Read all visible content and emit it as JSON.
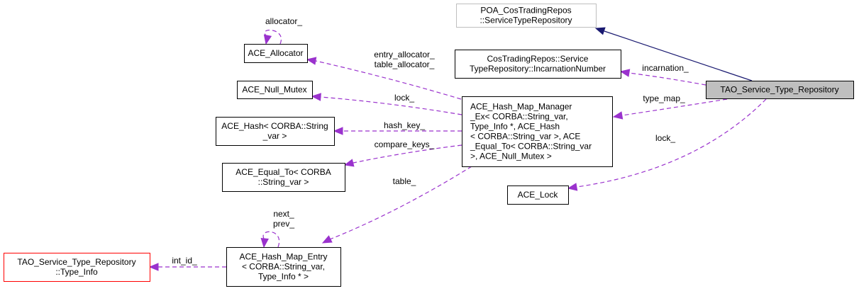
{
  "colors": {
    "relation_edge": "#9a32cd",
    "inheritance_edge": "#191970",
    "focus_fill": "#bfbfbf",
    "box_border": "#000000",
    "external_border": "#bfbfbf",
    "incomplete_border": "#ff0000"
  },
  "nodes": [
    {
      "id": "main",
      "lines": [
        "TAO_Service_Type_Repository"
      ],
      "style": "focus"
    },
    {
      "id": "poa",
      "lines": [
        "POA_CosTradingRepos",
        "::ServiceTypeRepository"
      ],
      "style": "external"
    },
    {
      "id": "incarn",
      "lines": [
        "CosTradingRepos::Service",
        "TypeRepository::IncarnationNumber"
      ],
      "style": "normal"
    },
    {
      "id": "manager",
      "lines": [
        "ACE_Hash_Map_Manager",
        "_Ex< CORBA::String_var,",
        " Type_Info *, ACE_Hash",
        "< CORBA::String_var >, ACE",
        "_Equal_To< CORBA::String_var",
        ">, ACE_Null_Mutex >"
      ],
      "style": "normal"
    },
    {
      "id": "lock",
      "lines": [
        "ACE_Lock"
      ],
      "style": "normal"
    },
    {
      "id": "allocator",
      "lines": [
        "ACE_Allocator"
      ],
      "style": "normal"
    },
    {
      "id": "nullmutex",
      "lines": [
        "ACE_Null_Mutex"
      ],
      "style": "normal"
    },
    {
      "id": "hash",
      "lines": [
        "ACE_Hash< CORBA::String",
        "_var >"
      ],
      "style": "normal"
    },
    {
      "id": "equal",
      "lines": [
        "ACE_Equal_To< CORBA",
        "::String_var >"
      ],
      "style": "normal"
    },
    {
      "id": "entry",
      "lines": [
        "ACE_Hash_Map_Entry",
        "< CORBA::String_var,",
        "Type_Info * >"
      ],
      "style": "normal"
    },
    {
      "id": "typeinfo",
      "lines": [
        "TAO_Service_Type_Repository",
        "::Type_Info"
      ],
      "style": "incomplete"
    }
  ],
  "edges": [
    {
      "id": "e-poa",
      "from": "main",
      "to": "poa",
      "kind": "inheritance",
      "labels": []
    },
    {
      "id": "e-incarn",
      "from": "main",
      "to": "incarn",
      "kind": "member",
      "labels": [
        "incarnation_"
      ]
    },
    {
      "id": "e-typemap",
      "from": "main",
      "to": "manager",
      "kind": "member",
      "labels": [
        "type_map_"
      ]
    },
    {
      "id": "e-lock",
      "from": "main",
      "to": "lock",
      "kind": "member",
      "labels": [
        "lock_"
      ]
    },
    {
      "id": "e-alloc",
      "from": "manager",
      "to": "allocator",
      "kind": "member",
      "labels": [
        "entry_allocator_",
        "table_allocator_"
      ]
    },
    {
      "id": "e-mutex",
      "from": "manager",
      "to": "nullmutex",
      "kind": "member",
      "labels": [
        "lock_"
      ]
    },
    {
      "id": "e-hash",
      "from": "manager",
      "to": "hash",
      "kind": "member",
      "labels": [
        "hash_key_"
      ]
    },
    {
      "id": "e-equal",
      "from": "manager",
      "to": "equal",
      "kind": "member",
      "labels": [
        "compare_keys_"
      ]
    },
    {
      "id": "e-table",
      "from": "manager",
      "to": "entry",
      "kind": "member",
      "labels": [
        "table_"
      ]
    },
    {
      "id": "e-intid",
      "from": "entry",
      "to": "typeinfo",
      "kind": "member",
      "labels": [
        "int_id_"
      ]
    },
    {
      "id": "e-allocself",
      "from": "allocator",
      "to": "allocator",
      "kind": "member",
      "labels": [
        "allocator_"
      ]
    },
    {
      "id": "e-entryself",
      "from": "entry",
      "to": "entry",
      "kind": "member",
      "labels": [
        "next_",
        "prev_"
      ]
    }
  ]
}
